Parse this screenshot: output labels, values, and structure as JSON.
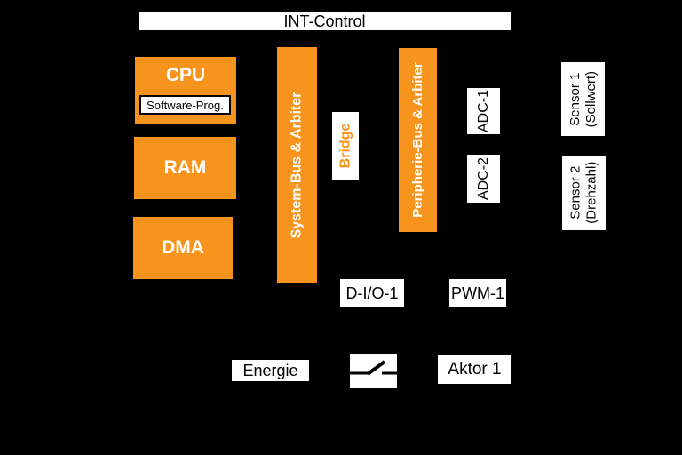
{
  "colors": {
    "background": "#000000",
    "orange": "#F7941E",
    "white": "#FFFFFF",
    "black": "#000000"
  },
  "title_bar": {
    "label": "INT-Control"
  },
  "blocks": {
    "cpu": {
      "label": "CPU",
      "sub_label": "Software-Prog."
    },
    "ram": {
      "label": "RAM"
    },
    "dma": {
      "label": "DMA"
    },
    "system_bus": {
      "label": "System-Bus & Arbiter"
    },
    "bridge": {
      "label": "Bridge"
    },
    "peripheral_bus": {
      "label": "Peripherie-Bus & Arbiter"
    },
    "adc1": {
      "label": "ADC-1"
    },
    "adc2": {
      "label": "ADC-2"
    },
    "sensor1": {
      "line1": "Sensor 1",
      "line2": "(Sollwert)"
    },
    "sensor2": {
      "line1": "Sensor 2",
      "line2": "(Drehzahl)"
    },
    "dio1": {
      "label": "D-I/O-1"
    },
    "pwm1": {
      "label": "PWM-1"
    },
    "energie": {
      "label": "Energie"
    },
    "switch": {
      "icon": "open-switch-icon"
    },
    "aktor1": {
      "label": "Aktor 1"
    }
  }
}
